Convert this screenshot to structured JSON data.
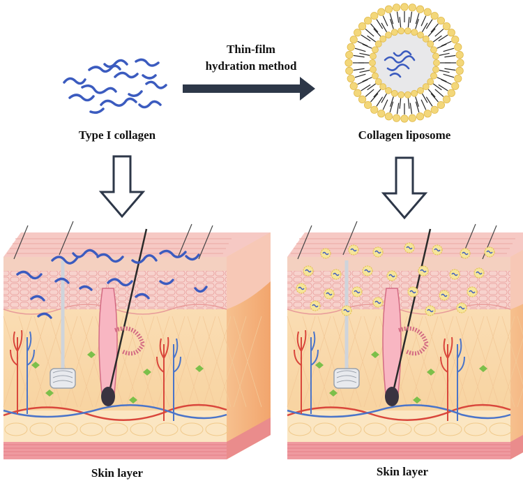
{
  "labels": {
    "method": "Thin-film\nhydration method",
    "method_line1": "Thin-film",
    "method_line2": "hydration method",
    "collagen": "Type I collagen",
    "liposome": "Collagen liposome",
    "skin_left": "Skin layer",
    "skin_right": "Skin layer"
  },
  "colors": {
    "collagen_fiber": "#3b5bbf",
    "arrow_dark": "#2d3748",
    "lipid_head": "#f3d77a",
    "epidermis": "#f6c9c4",
    "dermis": "#f9d9a8",
    "hypodermis": "#f2b8a8",
    "side_face": "#f4b183"
  }
}
